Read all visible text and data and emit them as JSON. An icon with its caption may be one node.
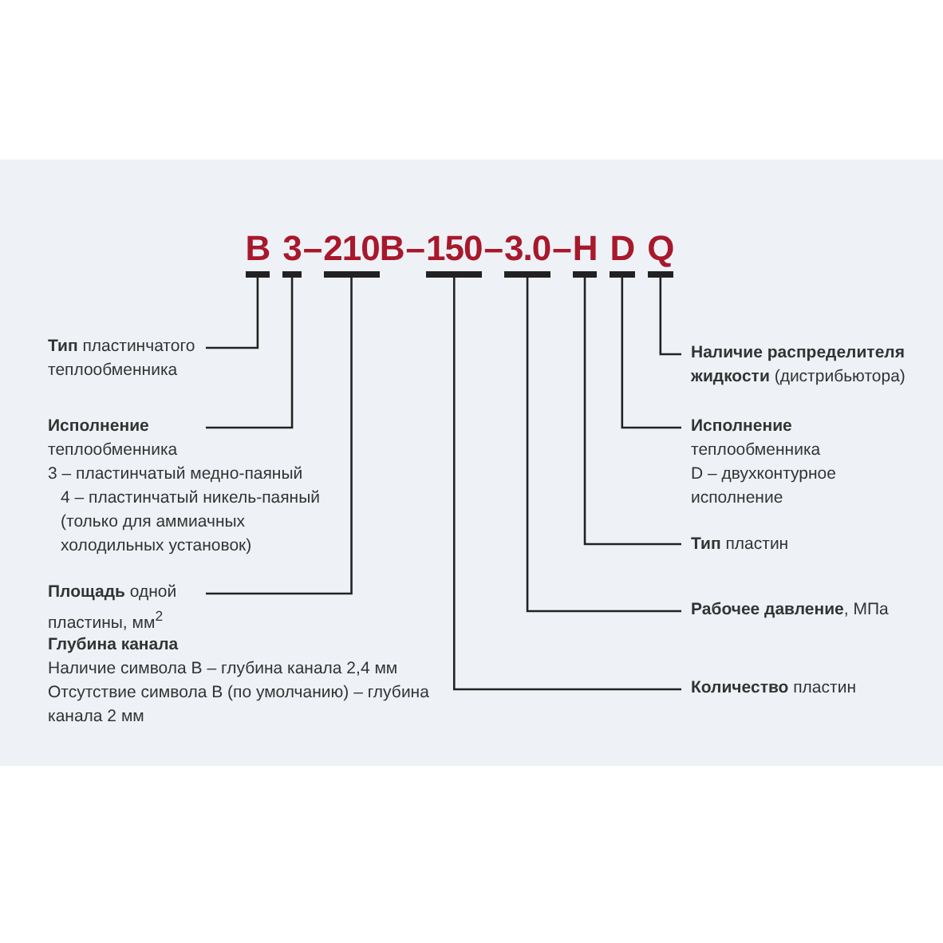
{
  "diagram": {
    "nodes": [
      {
        "text": [
          "B"
        ]
      },
      {
        "text": [
          "3"
        ]
      },
      {
        "text": [
          "210"
        ]
      },
      {
        "text": [
          "150"
        ]
      },
      {
        "text": [
          "3.0"
        ]
      },
      {
        "text": [
          "H"
        ]
      },
      {
        "text": [
          "D"
        ]
      },
      {
        "text": [
          "Q"
        ]
      },
      {
        "text": [
          "**Тип** пластинчатого теплообменника"
        ]
      },
      {
        "text": [
          "Исполнение",
          "теплообменника",
          "3 – пластинчатый медно-паяный",
          "4 – пластинчатый никель-паяный (только для аммиачных холодильных установок)"
        ]
      },
      {
        "text": [
          "**Площадь** одной пластины, мм$^{2}$"
        ]
      },
      {
        "text": [
          "**Наличие распределителя жидкости** (дистрибьютора)"
        ]
      },
      {
        "text": [
          "Исполнение",
          "теплообменника",
          "D – двухконтурное исполнение"
        ]
      },
      {
        "text": [
          "**Тип** пластин"
        ]
      },
      {
        "text": [
          "**Рабочее давление**, МПа"
        ]
      },
      {
        "text": [
          "**Количество** пластин"
        ]
      }
    ],
    "edges": [
      {
        "from": 0,
        "to": 8,
        "arrow": "none"
      },
      {
        "from": 1,
        "to": 9,
        "arrow": "none"
      },
      {
        "from": 2,
        "to": 10,
        "arrow": "none"
      },
      {
        "from": 3,
        "to": 15,
        "arrow": "none"
      },
      {
        "from": 4,
        "to": 14,
        "arrow": "none"
      },
      {
        "from": 5,
        "to": 13,
        "arrow": "none"
      },
      {
        "from": 6,
        "to": 12,
        "arrow": "none"
      },
      {
        "from": 7,
        "to": 11,
        "arrow": "none"
      }
    ],
    "labels": [
      "–",
      "B",
      "–",
      "–",
      "–",
      "Глубина канала",
      "Наличие символа B – глубина канала 2,4 мм",
      "Отсутствие символа B (по умолчанию) – глубина канала 2 мм"
    ]
  }
}
